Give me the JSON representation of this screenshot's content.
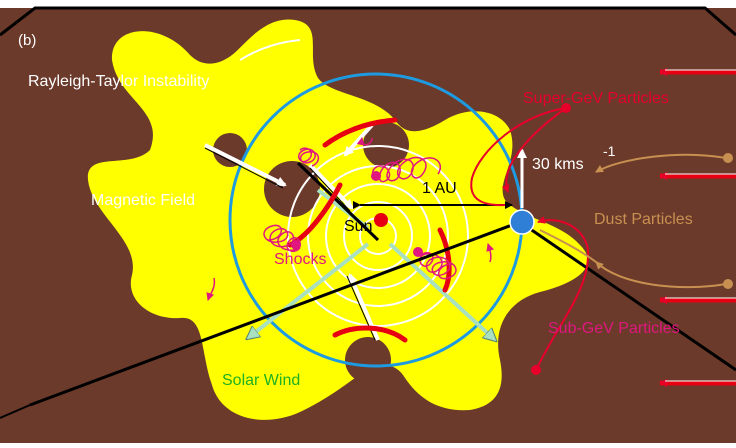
{
  "panel_label": "(b)",
  "labels": {
    "rayleigh_taylor": "Rayleigh-Taylor Instability",
    "super_gev": "Super-GeV Particles",
    "speed": "30 kms",
    "speed_exp": "-1",
    "one_au": "1 AU",
    "magnetic_field": "Magnetic Field",
    "sun": "Sun",
    "dust": "Dust Particles",
    "shocks": "Shocks",
    "sub_gev": "Sub-GeV Particles",
    "solar_wind": "Solar Wind"
  },
  "colors": {
    "background": "#6b3a2b",
    "astrosphere": "#ffff00",
    "orbit": "#1e9be0",
    "sun": "#e60012",
    "earth": "#2f7fd6",
    "particle_red": "#e8002a",
    "magenta": "#e0177f",
    "dust": "#c89050",
    "wind_arrow": "#a8e0c0",
    "solar_wind_text": "#20b020",
    "white": "#ffffff"
  }
}
